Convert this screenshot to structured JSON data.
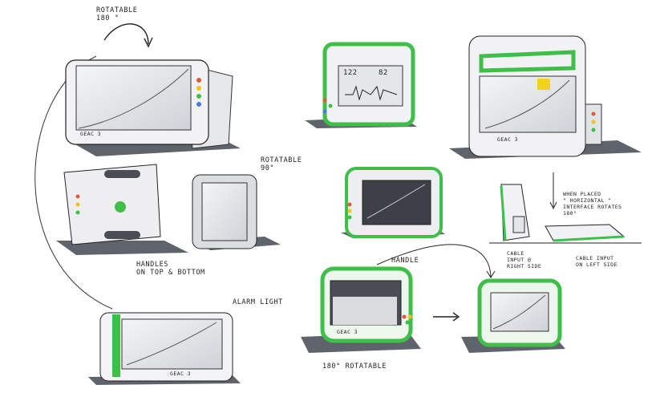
{
  "notes": {
    "rotatable_180": "ROTATABLE\n180 °",
    "rotatable_90": "ROTATABLE\n90°",
    "handles": "HANDLES\nON TOP & BOTTOM",
    "alarm_light": "ALARM LIGHT",
    "when_placed": "WHEN PLACED\n\" HORIZONTAL \"\nINTERFACE ROTATES\n180°",
    "handle": "HANDLE",
    "cable_right": "CABLE\nINPUT @\nRIGHT SIDE",
    "cable_left": "CABLE INPUT\nON LEFT SIDE",
    "rotatable_180_bottom": "180° ROTATABLE"
  },
  "monitor_readout": {
    "left_value": "122",
    "right_value": "82"
  },
  "brand_marks": [
    "GEAC 3",
    "GEAC 3",
    "GEAC 3",
    "GEAC 3"
  ],
  "colors": {
    "accent_green": "#3fbf4a",
    "shadow_gray": "#5f636b",
    "ink": "#222222",
    "screen_gray": "#d9dbdf",
    "screen_dark": "#3d4047",
    "alarm_yellow": "#f2d21b"
  }
}
